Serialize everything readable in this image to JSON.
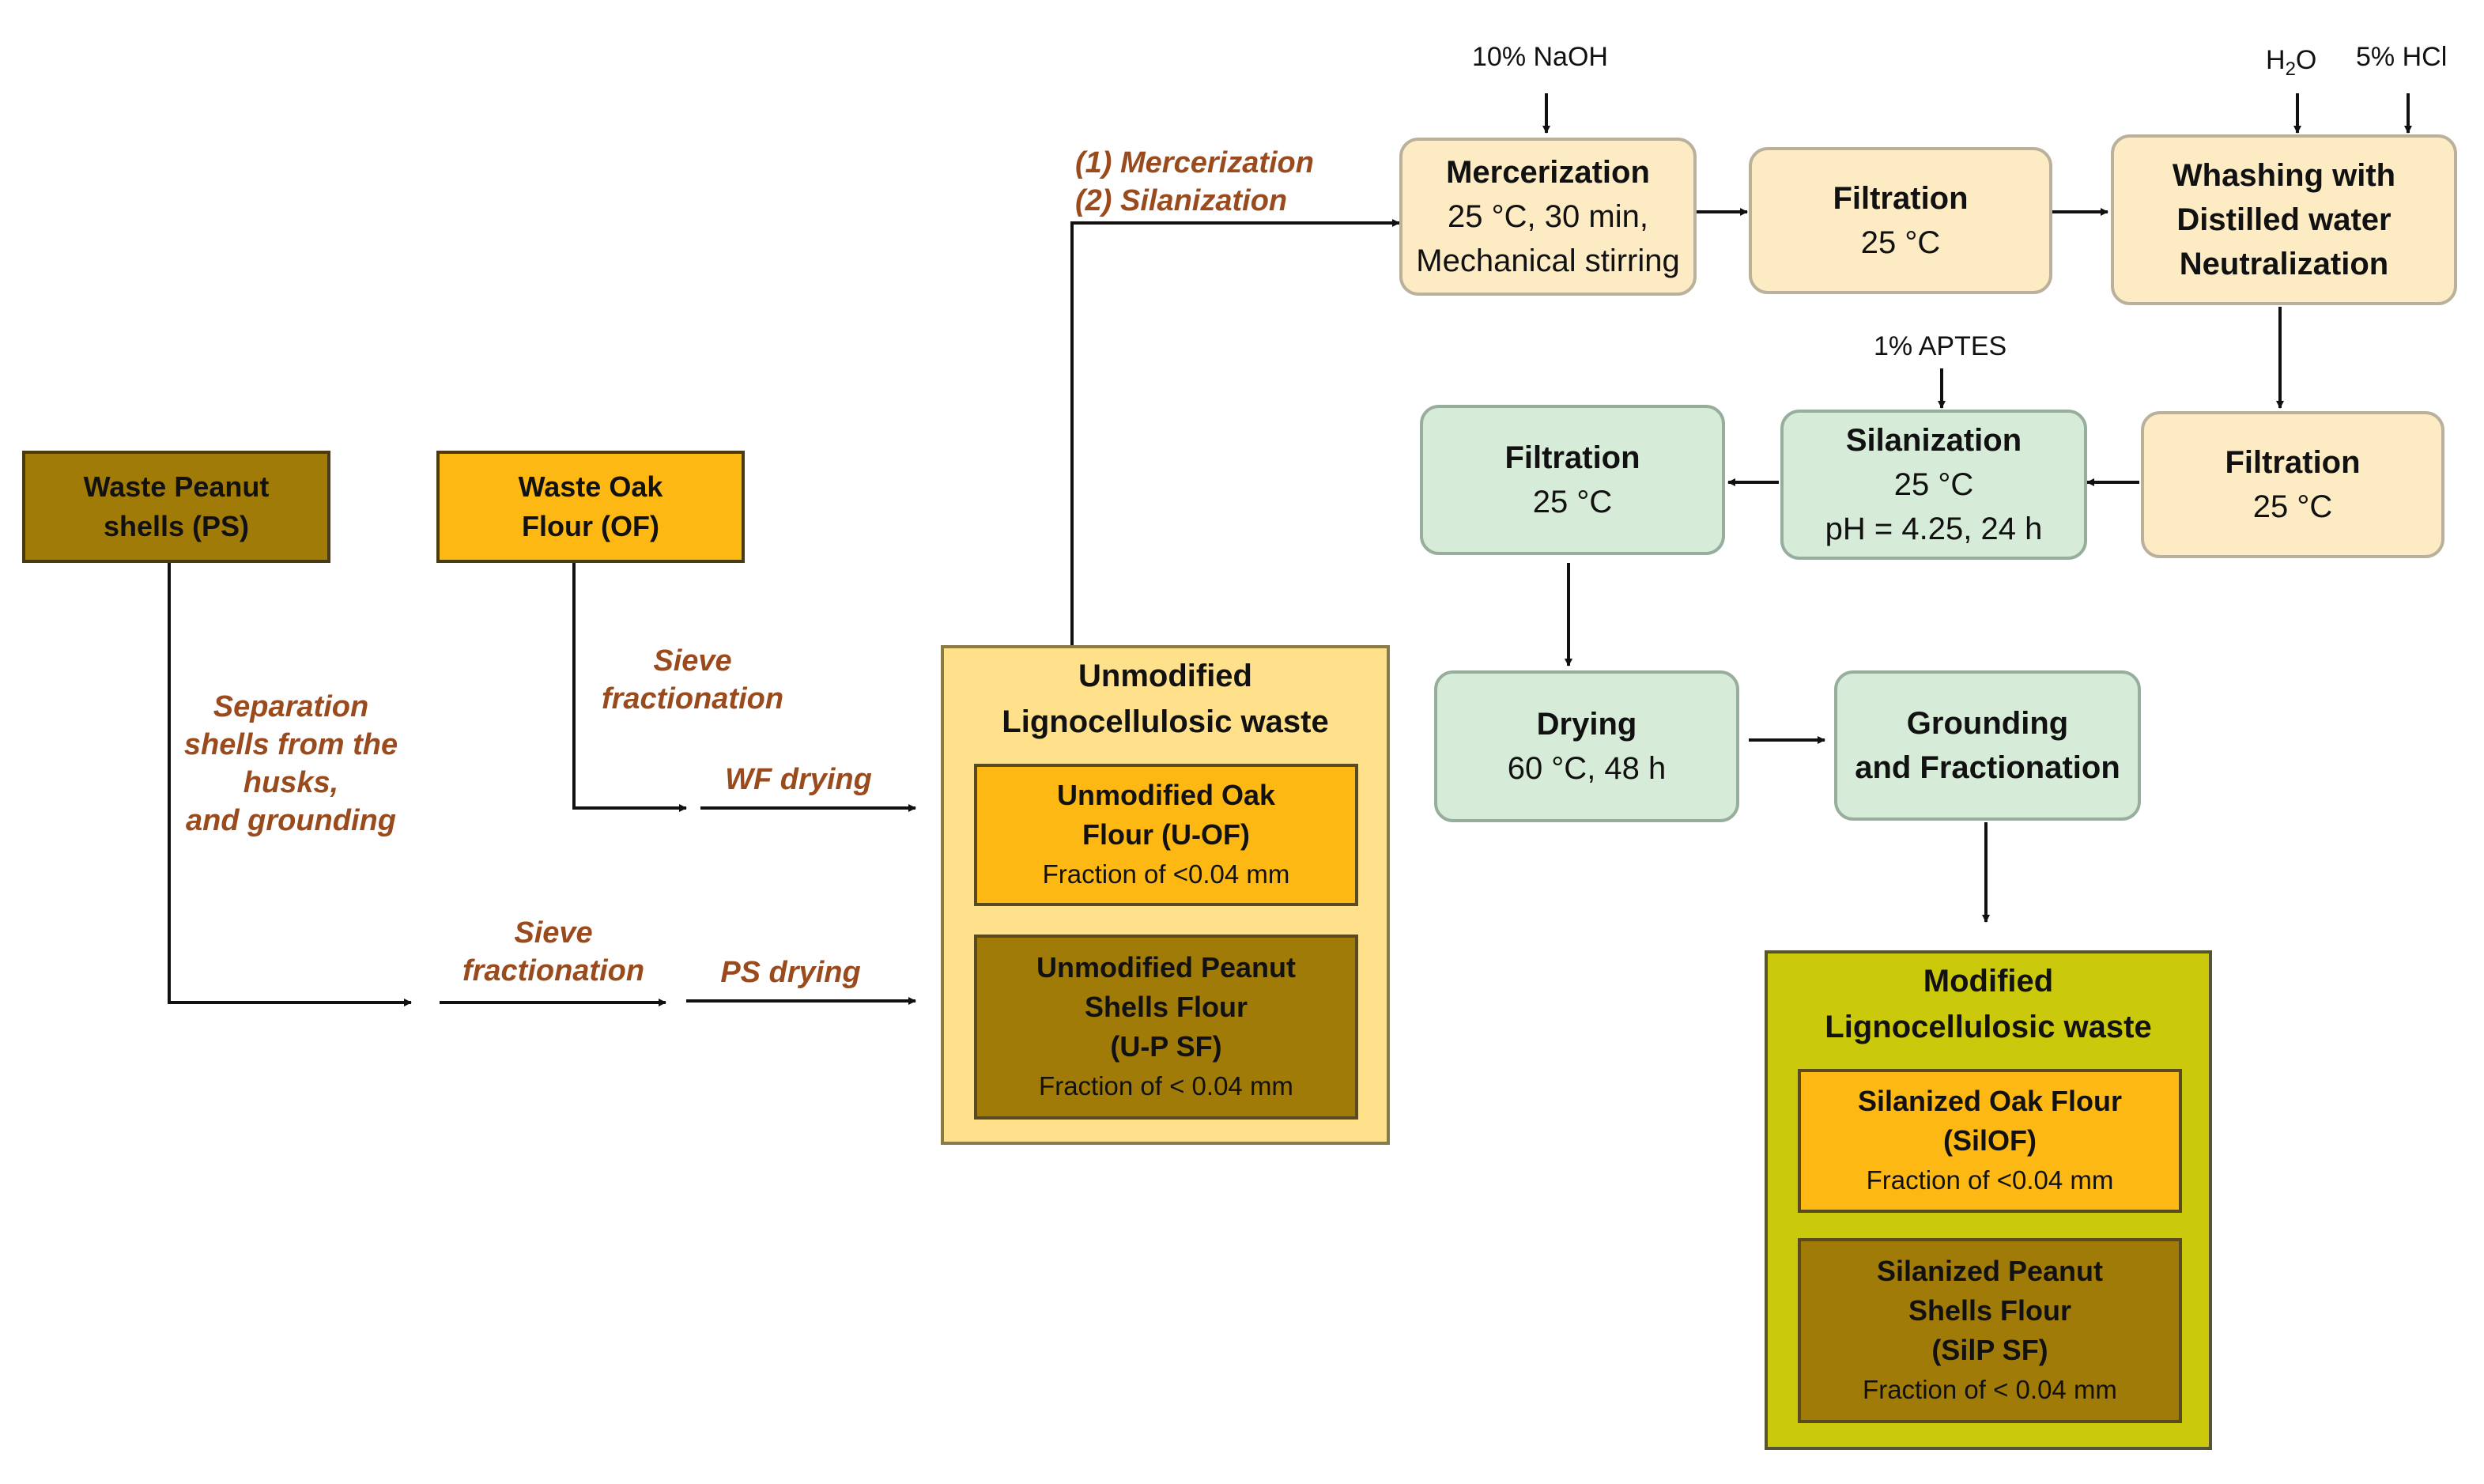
{
  "sources": {
    "peanut": {
      "line1": "Waste Peanut",
      "line2": "shells (PS)"
    },
    "oak": {
      "line1": "Waste Oak",
      "line2": "Flour (OF)"
    }
  },
  "path_labels": {
    "separation": [
      "Separation",
      "shells from the",
      "husks,",
      "and grounding"
    ],
    "sieve_oak": [
      "Sieve",
      "fractionation"
    ],
    "wf_drying": "WF drying",
    "sieve_ps": [
      "Sieve",
      "fractionation"
    ],
    "ps_drying": "PS drying",
    "treatment": [
      "(1) Mercerization",
      "(2) Silanization"
    ]
  },
  "unmodified": {
    "title": [
      "Unmodified",
      "Lignocellulosic waste"
    ],
    "oak": {
      "lines": [
        "Unmodified Oak",
        "Flour (U-OF)"
      ],
      "note": "Fraction of <0.04 mm"
    },
    "peanut": {
      "lines": [
        "Unmodified Peanut",
        "Shells Flour",
        "(U-P SF)"
      ],
      "note": "Fraction of < 0.04 mm"
    }
  },
  "reagents": {
    "naoh": "10% NaOH",
    "h2o_main": "H",
    "h2o_sub": "2",
    "h2o_end": "O",
    "hcl": "5% HCl",
    "aptes": "1% APTES"
  },
  "steps": {
    "mercerization": {
      "title": "Mercerization",
      "lines": [
        "25 °C, 30 min,",
        "Mechanical stirring"
      ]
    },
    "filtration1": {
      "title": "Filtration",
      "lines": [
        "25 °C"
      ]
    },
    "washing": {
      "title_lines": [
        "Whashing with",
        "Distilled water",
        "Neutralization"
      ]
    },
    "filtration2": {
      "title": "Filtration",
      "lines": [
        "25 °C"
      ]
    },
    "silanization": {
      "title": "Silanization",
      "lines": [
        "25 °C",
        "pH = 4.25, 24 h"
      ]
    },
    "filtration3": {
      "title": "Filtration",
      "lines": [
        "25 °C"
      ]
    },
    "drying": {
      "title": "Drying",
      "lines": [
        "60 °C, 48 h"
      ]
    },
    "grounding": {
      "title_lines": [
        "Grounding",
        "and Fractionation"
      ]
    }
  },
  "modified": {
    "title": [
      "Modified",
      "Lignocellulosic waste"
    ],
    "oak": {
      "lines": [
        "Silanized Oak Flour",
        "(SilOF)"
      ],
      "note": "Fraction of <0.04 mm"
    },
    "peanut": {
      "lines": [
        "Silanized Peanut",
        "Shells Flour",
        "(SilP SF)"
      ],
      "note": "Fraction of < 0.04 mm"
    }
  }
}
